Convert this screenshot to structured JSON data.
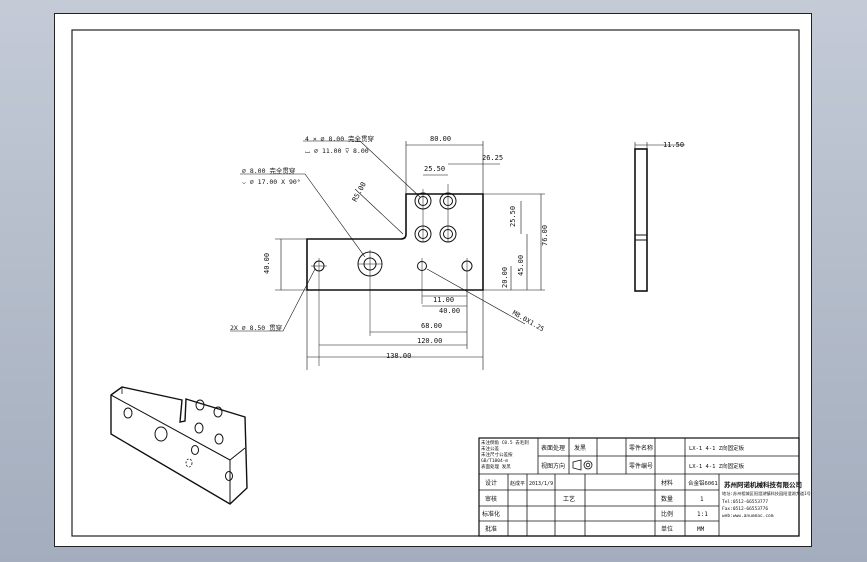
{
  "dimensions": {
    "d_80": "80.00",
    "d_26_25": "26.25",
    "d_25_50": "25.50",
    "d_25_50_v": "25.50",
    "d_76": "76.00",
    "d_40": "40.00",
    "d_45": "45.00",
    "d_20": "20.00",
    "d_11": "11.00",
    "d_40h": "40.00",
    "d_68": "68.00",
    "d_120": "120.00",
    "d_138": "138.00",
    "d_r5": "R5.00",
    "d_11_5": "11.50"
  },
  "callouts": {
    "holes_4x_a": "4 × ⌀ 8.00 完全贯穿",
    "holes_4x_b": "⌴ ⌀ 11.00 ⊽ 8.00",
    "hole_center_a": "⌀ 8.00 完全贯穿",
    "hole_center_b": "⌵ ⌀ 17.00 X 90°",
    "holes_2x": "2X ⌀ 8.50 贯穿",
    "thread": "M8.0X1.25"
  },
  "title_block": {
    "notes": [
      "未注倒角 C0.5 去毛刺",
      "未注公差",
      "未注尺寸公差按",
      "GB/T1804-m",
      "表面处理 发黑"
    ],
    "surface_label": "表面处理",
    "surface_value": "发黑",
    "projection_label": "视图方向",
    "name_label": "零件名称",
    "name_value": "LX-1 4-1 Z向固定板",
    "part_no_label": "零件编号",
    "part_no_value": "LX-1 4-1 Z向固定板",
    "design_label": "设计",
    "design_name": "赵成平",
    "design_date": "2013/1/9",
    "check_label": "审核",
    "craft_label": "工艺",
    "standard_label": "标准化",
    "approve_label": "批准",
    "material_label": "材料",
    "material_value": "合金铝6061",
    "qty_label": "数量",
    "qty_value": "1",
    "scale_label": "比例",
    "scale_value": "1:1",
    "unit_label": "单位",
    "unit_value": "MM",
    "company": "苏州阿诺机械科技有限公司",
    "address": "地址:苏州相城区阳澄湖镇科技园阳澄湖大道1号",
    "tel": "Tel:0512-66553777",
    "fax": "Fax:0512-66553776",
    "web": "web:www.anuomac.com"
  }
}
